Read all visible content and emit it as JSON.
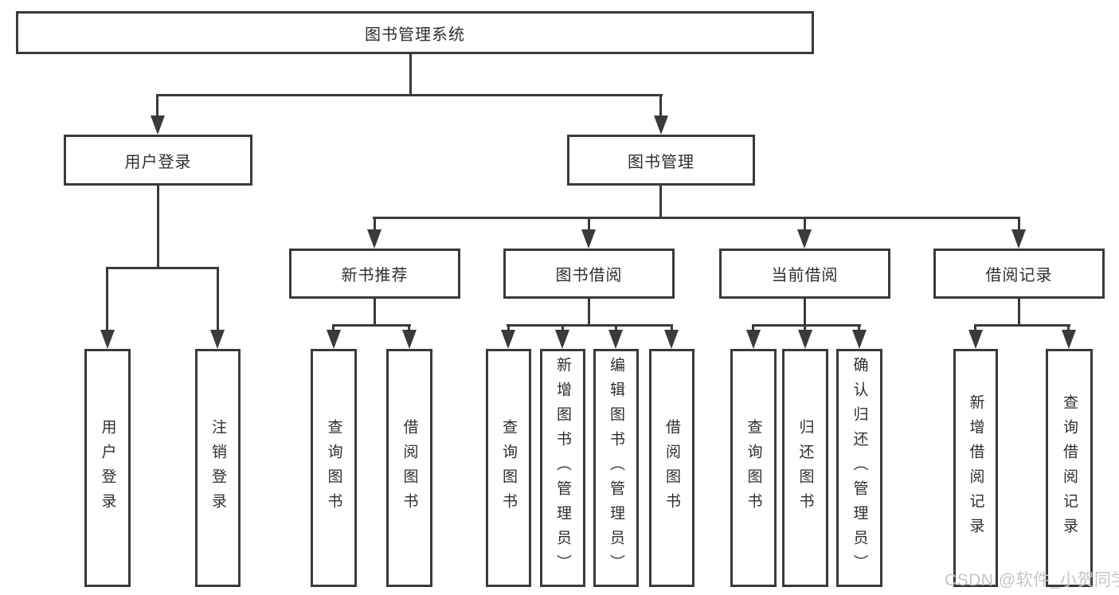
{
  "colors": {
    "line": "#3a3a3a",
    "text": "#2f2f2f",
    "watermark": "#c6c6c6",
    "bg": "#ffffff"
  },
  "tree": {
    "root": {
      "label": "图书管理系统"
    },
    "branches": [
      {
        "label": "用户登录",
        "leaves": [
          "用户登录",
          "注销登录"
        ]
      },
      {
        "label": "图书管理",
        "groups": [
          {
            "label": "新书推荐",
            "leaves": [
              "查询图书",
              "借阅图书"
            ]
          },
          {
            "label": "图书借阅",
            "leaves": [
              "查询图书",
              "新增图书（管理员）",
              "编辑图书（管理员）",
              "借阅图书"
            ]
          },
          {
            "label": "当前借阅",
            "leaves": [
              "查询图书",
              "归还图书",
              "确认归还（管理员）"
            ]
          },
          {
            "label": "借阅记录",
            "leaves": [
              "新增借阅记录",
              "查询借阅记录"
            ]
          }
        ]
      }
    ]
  },
  "watermark": {
    "text": "CSDN @软件_小贺同学"
  }
}
